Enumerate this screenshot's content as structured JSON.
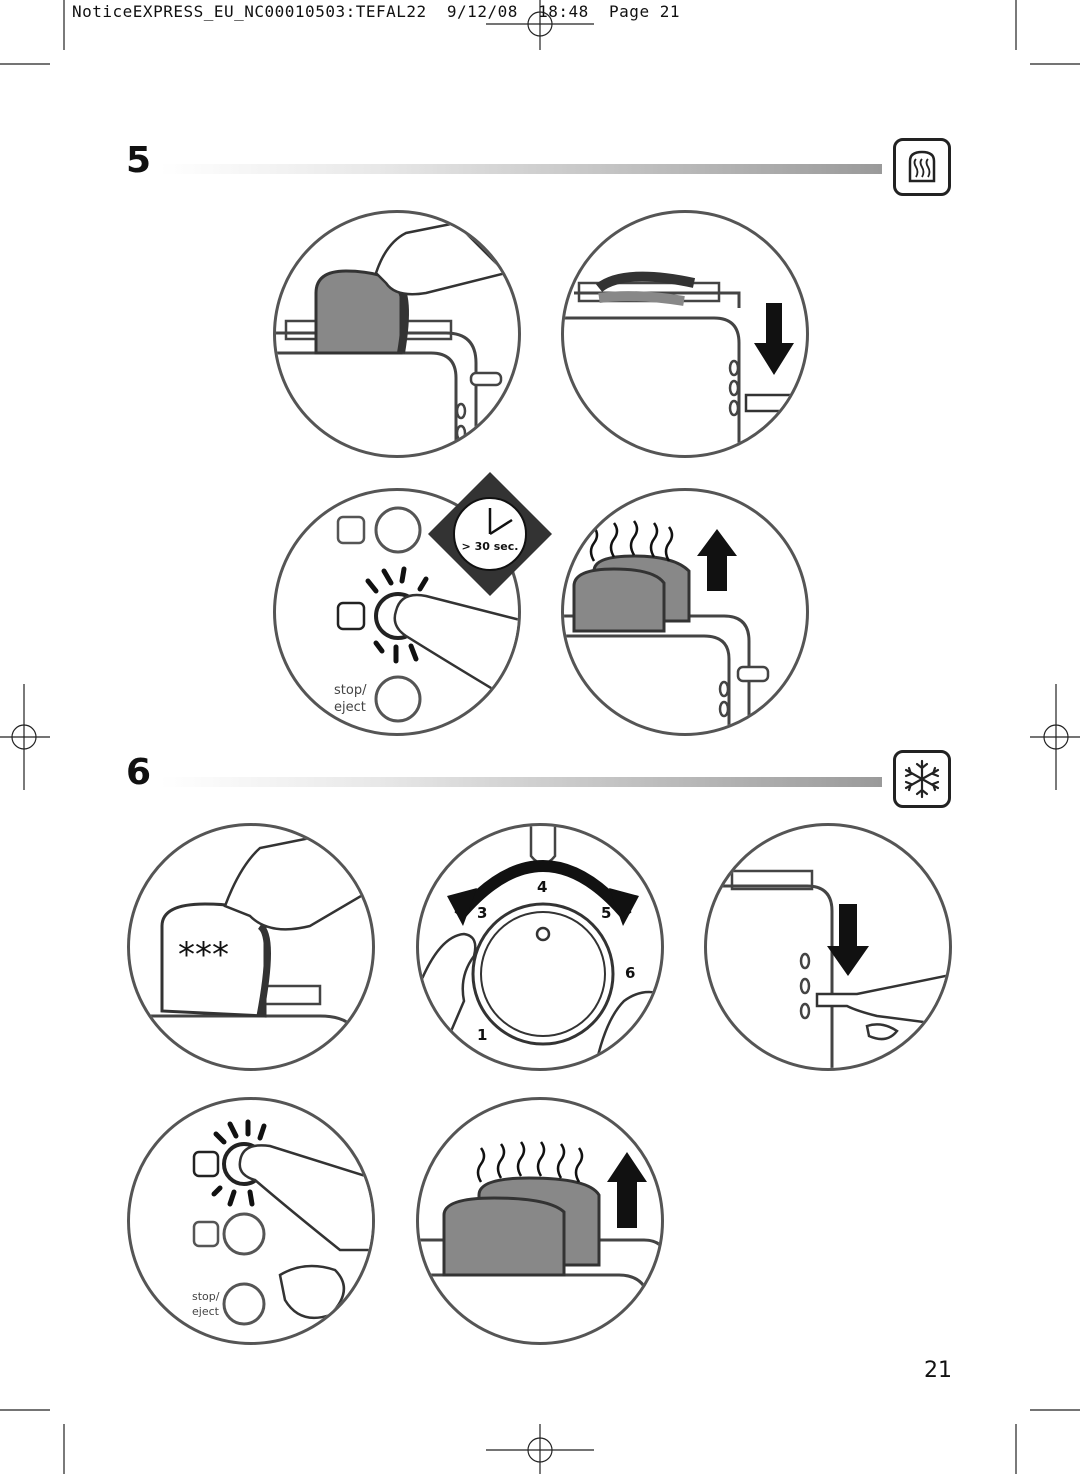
{
  "header": {
    "text": "NoticeEXPRESS_EU_NC00010503:TEFAL22  9/12/08  18:48  Page 21"
  },
  "sections": [
    {
      "number": "5",
      "icon": "toast-icon"
    },
    {
      "number": "6",
      "icon": "snowflake-icon"
    }
  ],
  "panel_labels": {
    "timer_text": "> 30 sec.",
    "stop_label": "stop/",
    "eject_label": "eject",
    "stop_label_b": "stop/",
    "eject_label_b": "eject",
    "dial_1": "1",
    "dial_3": "3",
    "dial_4": "4",
    "dial_5": "5",
    "dial_6": "6",
    "stars": "***"
  },
  "footer": {
    "page_number": "21"
  }
}
